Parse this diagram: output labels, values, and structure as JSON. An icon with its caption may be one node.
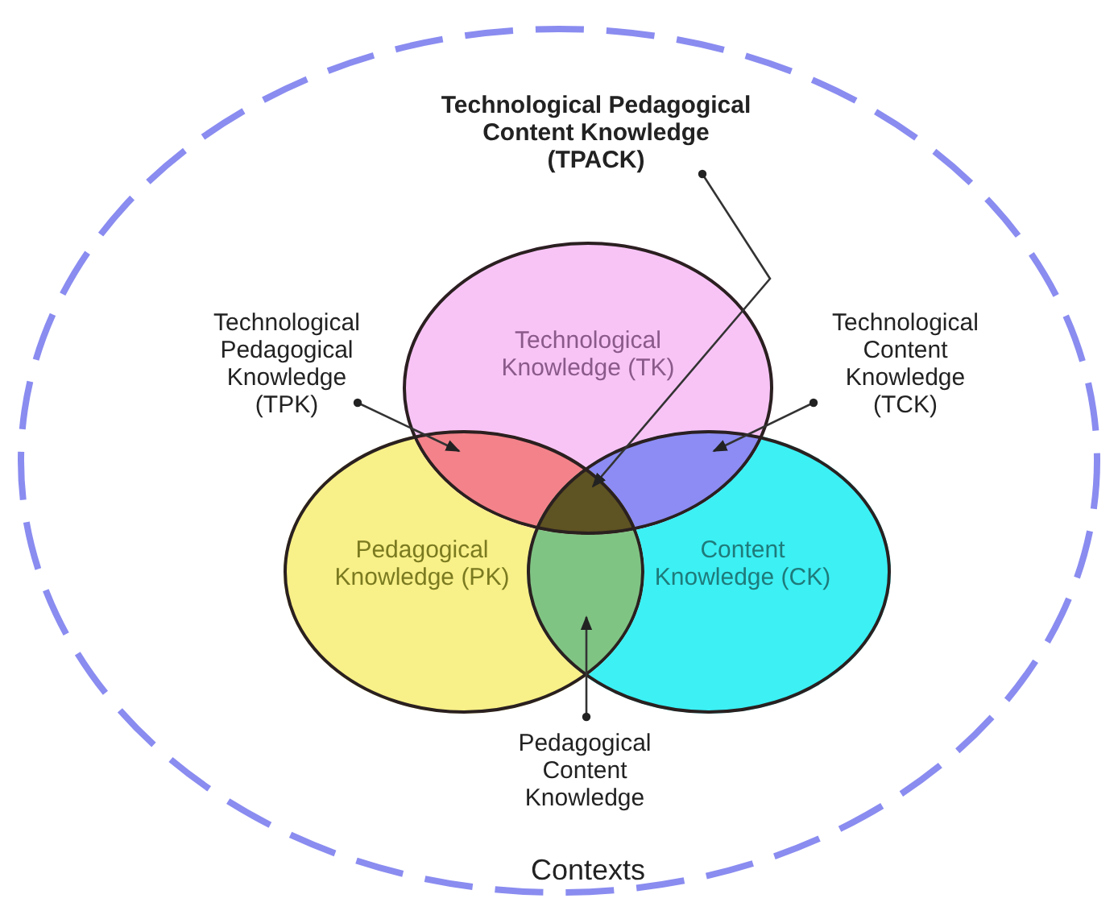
{
  "diagram": {
    "nodes": [
      {
        "text": [
          "Contexts"
        ]
      },
      {
        "text": [
          "Technological Knowledge (TK)"
        ],
        "in": 0
      },
      {
        "text": [
          "Pedagogical Knowledge (PK)"
        ],
        "in": 0
      },
      {
        "text": [
          "Content Knowledge (CK)"
        ],
        "in": 0
      },
      {
        "text": [
          "Technological Pedagogical Content Knowledge (TPACK)"
        ],
        "in": 0
      },
      {
        "text": [
          "Technological Pedagogical Knowledge (TPK)"
        ],
        "in": 0
      },
      {
        "text": [
          "Technological Content Knowledge (TCK)"
        ],
        "in": 0
      },
      {
        "text": [
          "Pedagogical Content Knowledge"
        ],
        "in": 0
      },
      {
        "text": [],
        "shape": "region"
      },
      {
        "text": [],
        "shape": "region"
      },
      {
        "text": [],
        "shape": "region"
      },
      {
        "text": [],
        "shape": "region"
      }
    ],
    "edges": [
      {
        "from": 4,
        "to": 10,
        "arrow": "to"
      },
      {
        "from": 5,
        "to": 8,
        "arrow": "to"
      },
      {
        "from": 6,
        "to": 9,
        "arrow": "to"
      },
      {
        "from": 7,
        "to": 11,
        "arrow": "to"
      }
    ]
  }
}
